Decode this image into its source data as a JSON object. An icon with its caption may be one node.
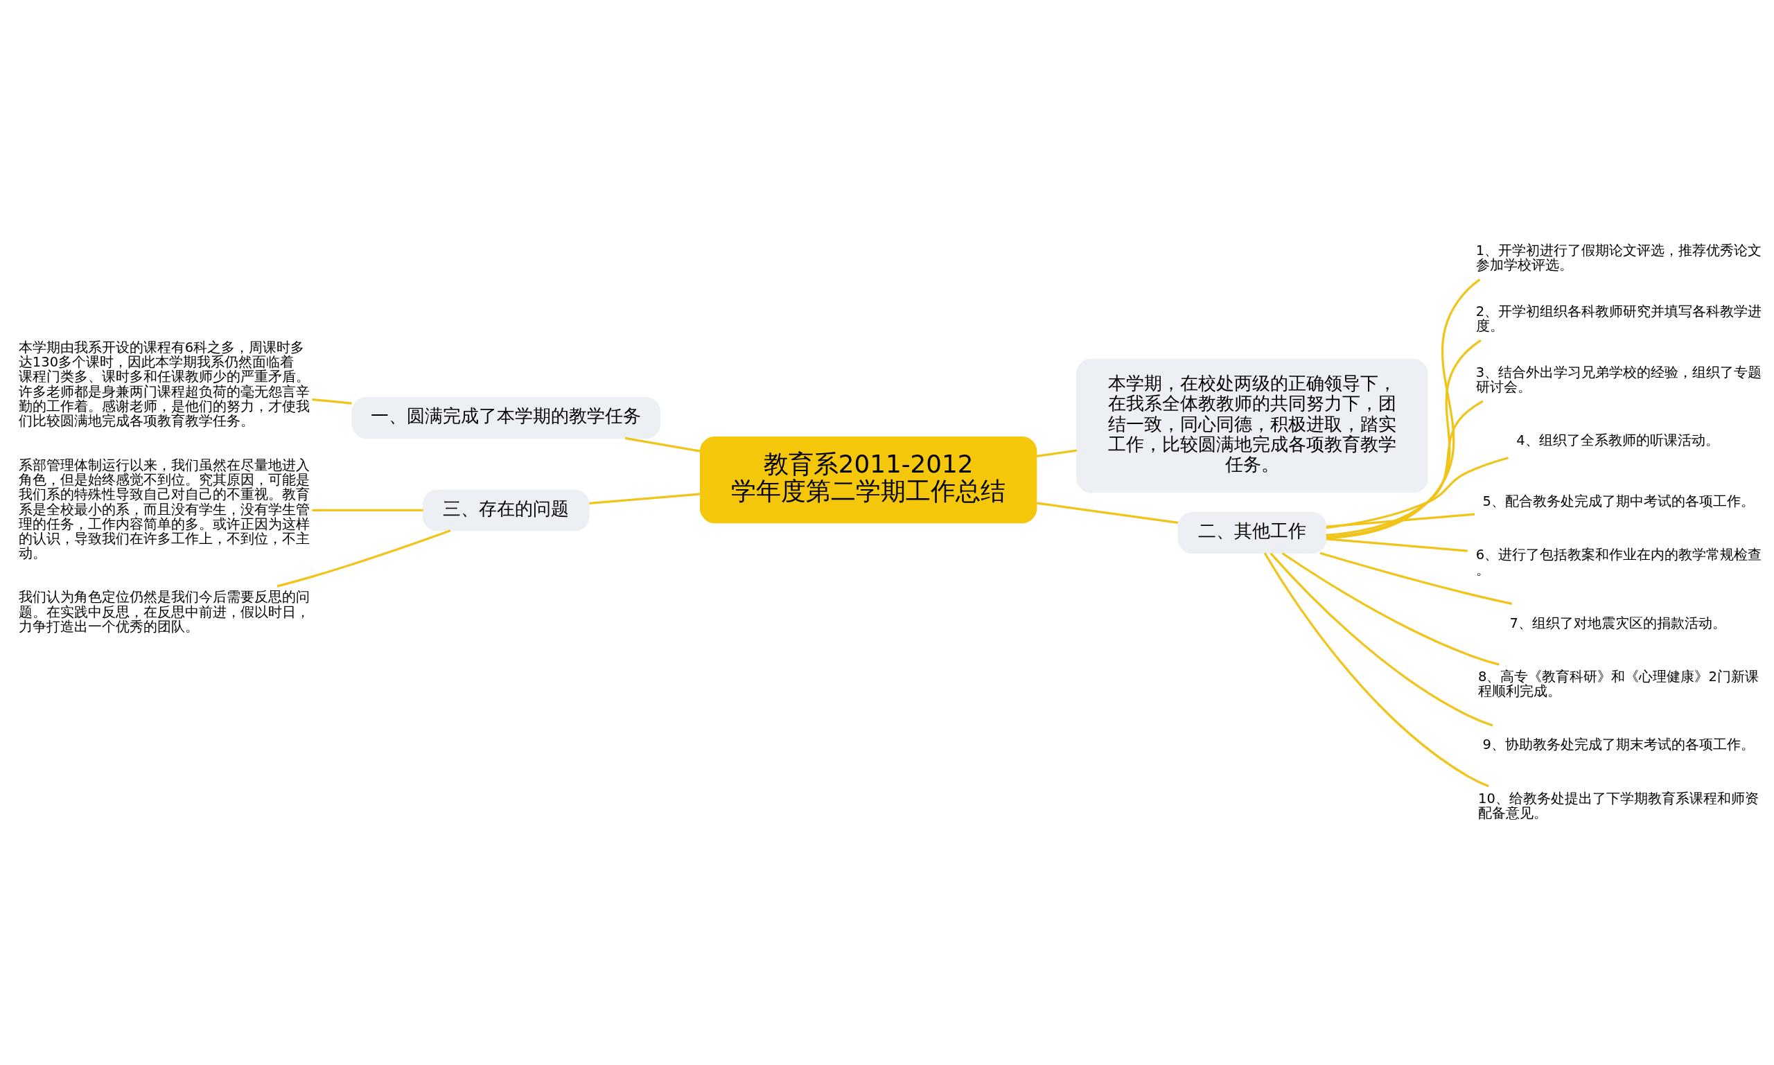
{
  "diagram": {
    "nodes": [
      {
        "text": [
          "教育系2011-2012学年度第二学期工作总结"
        ]
      },
      {
        "text": [
          "本学期，在校处两级的正确领导下，在我系全体教教师的共同努力下，团结一致，同心同德，积极进取，踏实工作，比较圆满地完成各项教育教学任务。"
        ]
      },
      {
        "text": [
          "一、圆满完成了本学期的教学任务"
        ]
      },
      {
        "text": [
          "本学期由我系开设的课程有6科之多，周课时多达130多个课时，因此本学期我系仍然面临着课程门类多、课时多和任课教师少的严重矛盾。许多老师都是身兼两门课程超负荷的毫无怨言辛勤的工作着。感谢老师，是他们的努力，才使我们比较圆满地完成各项教育教学任务。"
        ]
      },
      {
        "text": [
          "三、存在的问题"
        ]
      },
      {
        "text": [
          "系部管理体制运行以来，我们虽然在尽量地进入角色，但是始终感觉不到位。究其原因，可能是我们系的特殊性导致自己对自己的不重视。教育系是全校最小的系，而且没有学生，没有学生管理的任务，工作内容简单的多。或许正因为这样的认识，导致我们在许多工作上，不到位，不主动。"
        ]
      },
      {
        "text": [
          "我们认为角色定位仍然是我们今后需要反思的问题。在实践中反思，在反思中前进，假以时日，力争打造出一个优秀的团队。"
        ]
      },
      {
        "text": [
          "二、其他工作"
        ]
      },
      {
        "text": [
          "1、开学初进行了假期论文评选，推荐优秀论文参加学校评选。"
        ]
      },
      {
        "text": [
          "2、开学初组织各科教师研究并填写各科教学进度。"
        ]
      },
      {
        "text": [
          "3、结合外出学习兄弟学校的经验，组织了专题研讨会。"
        ]
      },
      {
        "text": [
          "4、组织了全系教师的听课活动。"
        ]
      },
      {
        "text": [
          "5、配合教务处完成了期中考试的各项工作。"
        ]
      },
      {
        "text": [
          "6、进行了包括教案和作业在内的教学常规检查。"
        ]
      },
      {
        "text": [
          "7、组织了对地震灾区的捐款活动。"
        ]
      },
      {
        "text": [
          "8、高专《教育科研》和《心理健康》2门新课程顺利完成。"
        ]
      },
      {
        "text": [
          "9、协助教务处完成了期末考试的各项工作。"
        ]
      },
      {
        "text": [
          "10、给教务处提出了下学期教育系课程和师资配备意见。"
        ]
      }
    ],
    "edges": [
      {
        "from": 0,
        "to": 1,
        "arrow": "none"
      },
      {
        "from": 0,
        "to": 2,
        "arrow": "none"
      },
      {
        "from": 2,
        "to": 3,
        "arrow": "none"
      },
      {
        "from": 0,
        "to": 4,
        "arrow": "none"
      },
      {
        "from": 4,
        "to": 5,
        "arrow": "none"
      },
      {
        "from": 4,
        "to": 6,
        "arrow": "none"
      },
      {
        "from": 0,
        "to": 7,
        "arrow": "none"
      },
      {
        "from": 7,
        "to": 8,
        "arrow": "none"
      },
      {
        "from": 7,
        "to": 9,
        "arrow": "none"
      },
      {
        "from": 7,
        "to": 10,
        "arrow": "none"
      },
      {
        "from": 7,
        "to": 11,
        "arrow": "none"
      },
      {
        "from": 7,
        "to": 12,
        "arrow": "none"
      },
      {
        "from": 7,
        "to": 13,
        "arrow": "none"
      },
      {
        "from": 7,
        "to": 14,
        "arrow": "none"
      },
      {
        "from": 7,
        "to": 15,
        "arrow": "none"
      },
      {
        "from": 7,
        "to": 16,
        "arrow": "none"
      },
      {
        "from": 7,
        "to": 17,
        "arrow": "none"
      }
    ]
  }
}
